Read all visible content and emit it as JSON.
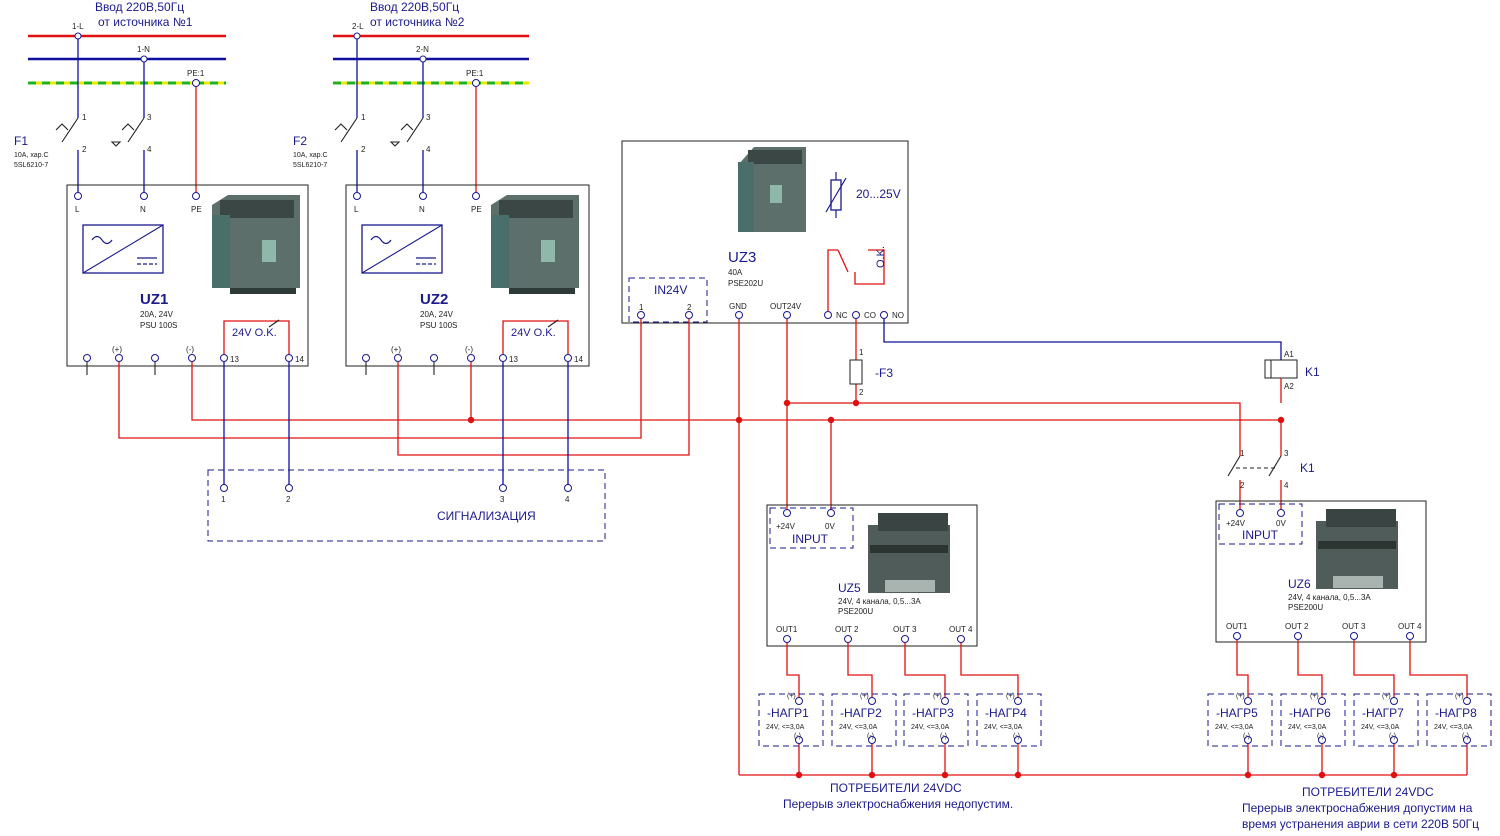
{
  "inputs": [
    {
      "title_line1": "Ввод 220В,50Гц",
      "title_line2": "от  источника №1",
      "l_label": "1-L",
      "n_label": "1-N",
      "pe_label": "PE:1"
    },
    {
      "title_line1": "Ввод 220В,50Гц",
      "title_line2": "от  источника №2",
      "l_label": "2-L",
      "n_label": "2-N",
      "pe_label": "PE:1"
    }
  ],
  "breakers": [
    {
      "name": "F1",
      "spec1": "10А, хар.С",
      "spec2": "5SL6210-7"
    },
    {
      "name": "F2",
      "spec1": "10А, хар.С",
      "spec2": "5SL6210-7"
    }
  ],
  "breaker_pins": [
    "1",
    "2",
    "3",
    "4"
  ],
  "psus": [
    {
      "name": "UZ1",
      "spec1": "20А, 24V",
      "spec2": "PSU 100S",
      "ok_label": "24V O.K."
    },
    {
      "name": "UZ2",
      "spec1": "20А, 24V",
      "spec2": "PSU 100S",
      "ok_label": "24V O.K."
    }
  ],
  "psu_top_terms": [
    "L",
    "N",
    "PE"
  ],
  "psu_bottom_terms": [
    "(+)",
    "(-)",
    "13",
    "14"
  ],
  "redundancy": {
    "name": "UZ3",
    "spec1": "40A",
    "spec2": "PSE202U",
    "adjust": "20...25V",
    "in_label": "IN24V",
    "in_pins": [
      "1",
      "2"
    ],
    "gnd": "GND",
    "out": "OUT24V",
    "nc": "NC",
    "co": "CO",
    "no": "NO",
    "ok": "O.K."
  },
  "fuse": {
    "name": "-F3",
    "pin1": "1",
    "pin2": "2"
  },
  "relay": {
    "name": "K1",
    "a1": "A1",
    "a2": "A2",
    "contact_name": "K1",
    "pins": [
      "1",
      "2",
      "3",
      "4"
    ]
  },
  "signal": {
    "label": "СИГНАЛИЗАЦИЯ",
    "pins": [
      "1",
      "2",
      "3",
      "4"
    ]
  },
  "distributors": [
    {
      "name": "UZ5",
      "spec1": "24V, 4 канала, 0,5...3A",
      "spec2": "PSE200U",
      "in_label": "INPUT",
      "plus": "+24V",
      "zero": "0V",
      "outs": [
        "OUT1",
        "OUT 2",
        "OUT 3",
        "OUT 4"
      ]
    },
    {
      "name": "UZ6",
      "spec1": "24V, 4 канала, 0,5...3A",
      "spec2": "PSE200U",
      "in_label": "INPUT",
      "plus": "+24V",
      "zero": "0V",
      "outs": [
        "OUT1",
        "OUT 2",
        "OUT 3",
        "OUT 4"
      ]
    }
  ],
  "loads": [
    {
      "name": "-НАГР1",
      "spec": "24V, <=3,0А"
    },
    {
      "name": "-НАГР2",
      "spec": "24V, <=3,0А"
    },
    {
      "name": "-НАГР3",
      "spec": "24V, <=3,0А"
    },
    {
      "name": "-НАГР4",
      "spec": "24V, <=3,0А"
    },
    {
      "name": "-НАГР5",
      "spec": "24V, <=3,0А"
    },
    {
      "name": "-НАГР6",
      "spec": "24V, <=3,0А"
    },
    {
      "name": "-НАГР7",
      "spec": "24V, <=3,0А"
    },
    {
      "name": "-НАГР8",
      "spec": "24V, <=3,0А"
    }
  ],
  "load_plus": "(+)",
  "load_minus": "(-)",
  "consumers": [
    {
      "line1": "ПОТРЕБИТЕЛИ 24VDC",
      "line2": "Перерыв электроснабжения недопустим."
    },
    {
      "line1": "ПОТРЕБИТЕЛИ 24VDC",
      "line2": "Перерыв электроснабжения допустим на",
      "line3": "время устранения аврии в сети 220В 50Гц"
    }
  ],
  "colors": {
    "wire_ac": "#1010a0",
    "wire_dc": "#e01010",
    "pe_yellow": "#e8e800",
    "pe_green": "#20b020"
  }
}
